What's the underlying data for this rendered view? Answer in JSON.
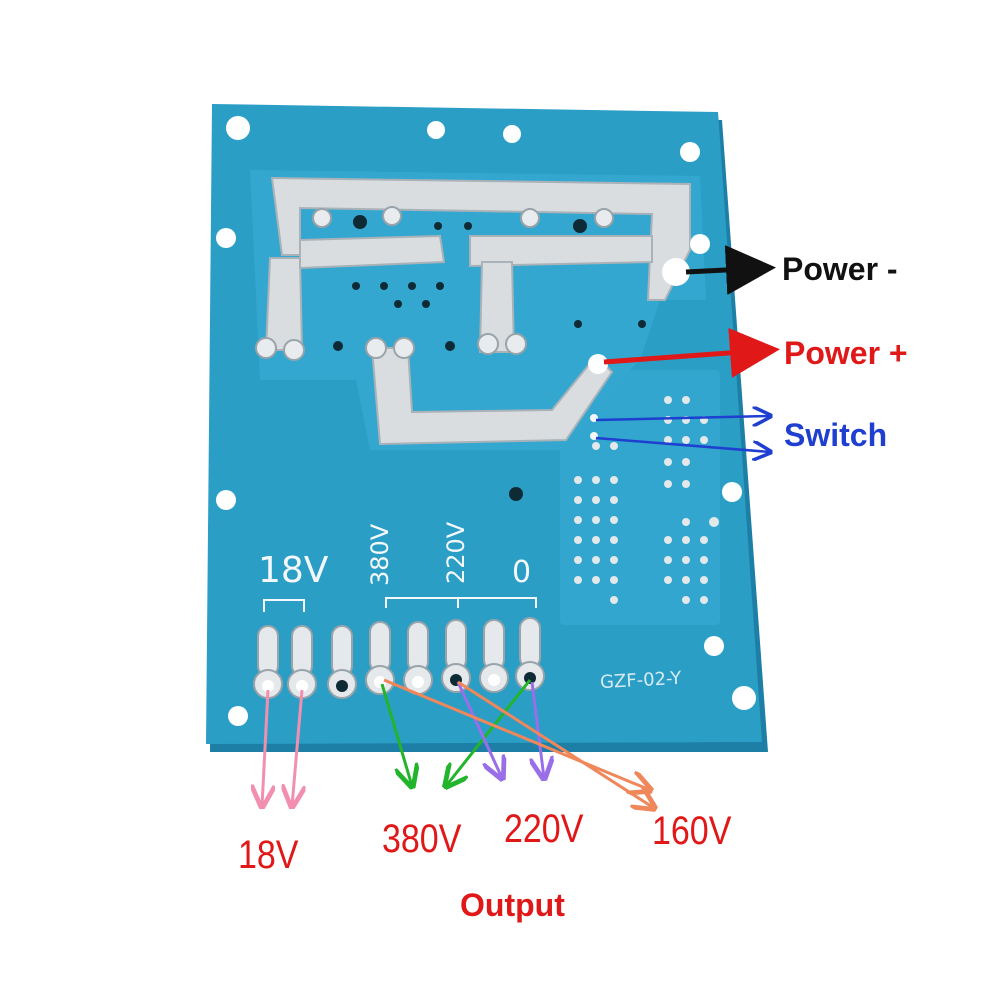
{
  "board": {
    "silkscreen": {
      "v18": "18V",
      "v380": "380V",
      "v220": "220V",
      "zero": "0",
      "code": "GZF-02-Y"
    },
    "colors": {
      "pcb": "#2b9ec6",
      "pcb_dark": "#1f86ad",
      "solder": "#d9dde0",
      "pink": "#f28fb0",
      "green": "#22b42a",
      "purple": "#9a6ee8",
      "orange": "#f0875a",
      "red": "#e01818",
      "blue": "#1e3fd0",
      "black": "#111111"
    }
  },
  "labels": {
    "power_minus": "Power -",
    "power_plus": "Power +",
    "switch": "Switch"
  },
  "outputs": {
    "v18": "18V",
    "v380": "380V",
    "v220": "220V",
    "v160": "160V",
    "title": "Output"
  }
}
